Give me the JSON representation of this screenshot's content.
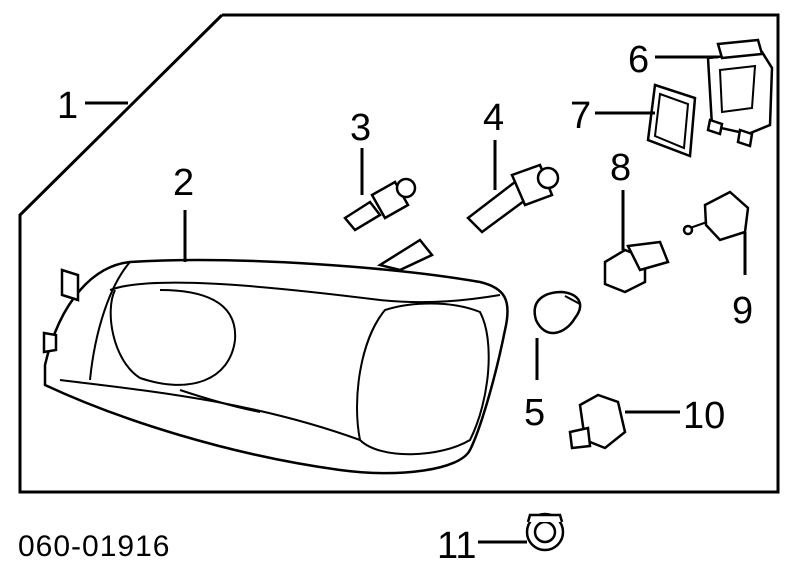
{
  "diagram": {
    "callouts": {
      "c1": "1",
      "c2": "2",
      "c3": "3",
      "c4": "4",
      "c5": "5",
      "c6": "6",
      "c7": "7",
      "c8": "8",
      "c9": "9",
      "c10": "10",
      "c11": "11"
    },
    "part_code": "060-01916"
  }
}
